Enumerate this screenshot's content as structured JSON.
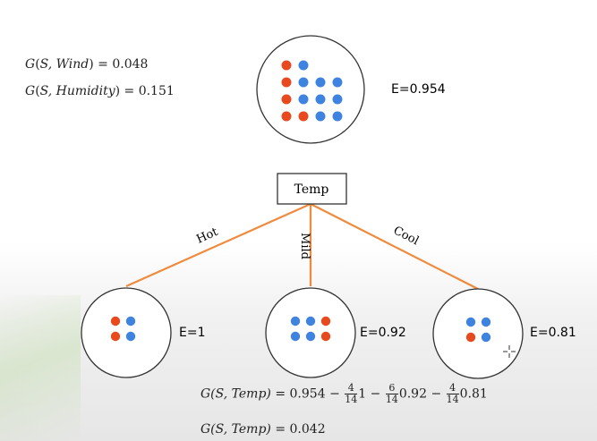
{
  "gains_top": {
    "wind": {
      "fn": "G",
      "args": "S, Wind",
      "value": "0.048"
    },
    "humidity": {
      "fn": "G",
      "args": "S, Humidity",
      "value": "0.151"
    }
  },
  "root": {
    "entropy": "E=0.954",
    "dots": [
      [
        "red",
        "blue"
      ],
      [
        "red",
        "blue",
        "blue",
        "blue"
      ],
      [
        "red",
        "blue",
        "blue",
        "blue"
      ],
      [
        "red",
        "red",
        "blue",
        "blue"
      ]
    ]
  },
  "split_node": {
    "label": "Temp"
  },
  "branches": [
    {
      "label": "Hot",
      "entropy": "E=1",
      "dots": [
        [
          "red",
          "blue"
        ],
        [
          "red",
          "blue"
        ]
      ]
    },
    {
      "label": "Mild",
      "entropy": "E=0.92",
      "dots": [
        [
          "blue",
          "blue",
          "red"
        ],
        [
          "blue",
          "blue",
          "red"
        ]
      ]
    },
    {
      "label": "Cool",
      "entropy": "E=0.81",
      "dots": [
        [
          "blue",
          "blue"
        ],
        [
          "red",
          "blue"
        ]
      ]
    }
  ],
  "colors": {
    "red": "#e8491e",
    "blue": "#3f83e0",
    "branch_line": "#f08a3c",
    "circle_stroke": "#333333"
  },
  "formula": {
    "lhs": "G(S, Temp)",
    "eq": "=",
    "base": "0.954",
    "terms": [
      {
        "num": "4",
        "den": "14",
        "val": "1"
      },
      {
        "num": "6",
        "den": "14",
        "val": "0.92"
      },
      {
        "num": "4",
        "den": "14",
        "val": "0.81"
      }
    ],
    "minus": "−"
  },
  "result": {
    "lhs": "G(S, Temp)",
    "value": "0.042"
  },
  "cursor_icon": "crosshair-move-icon"
}
